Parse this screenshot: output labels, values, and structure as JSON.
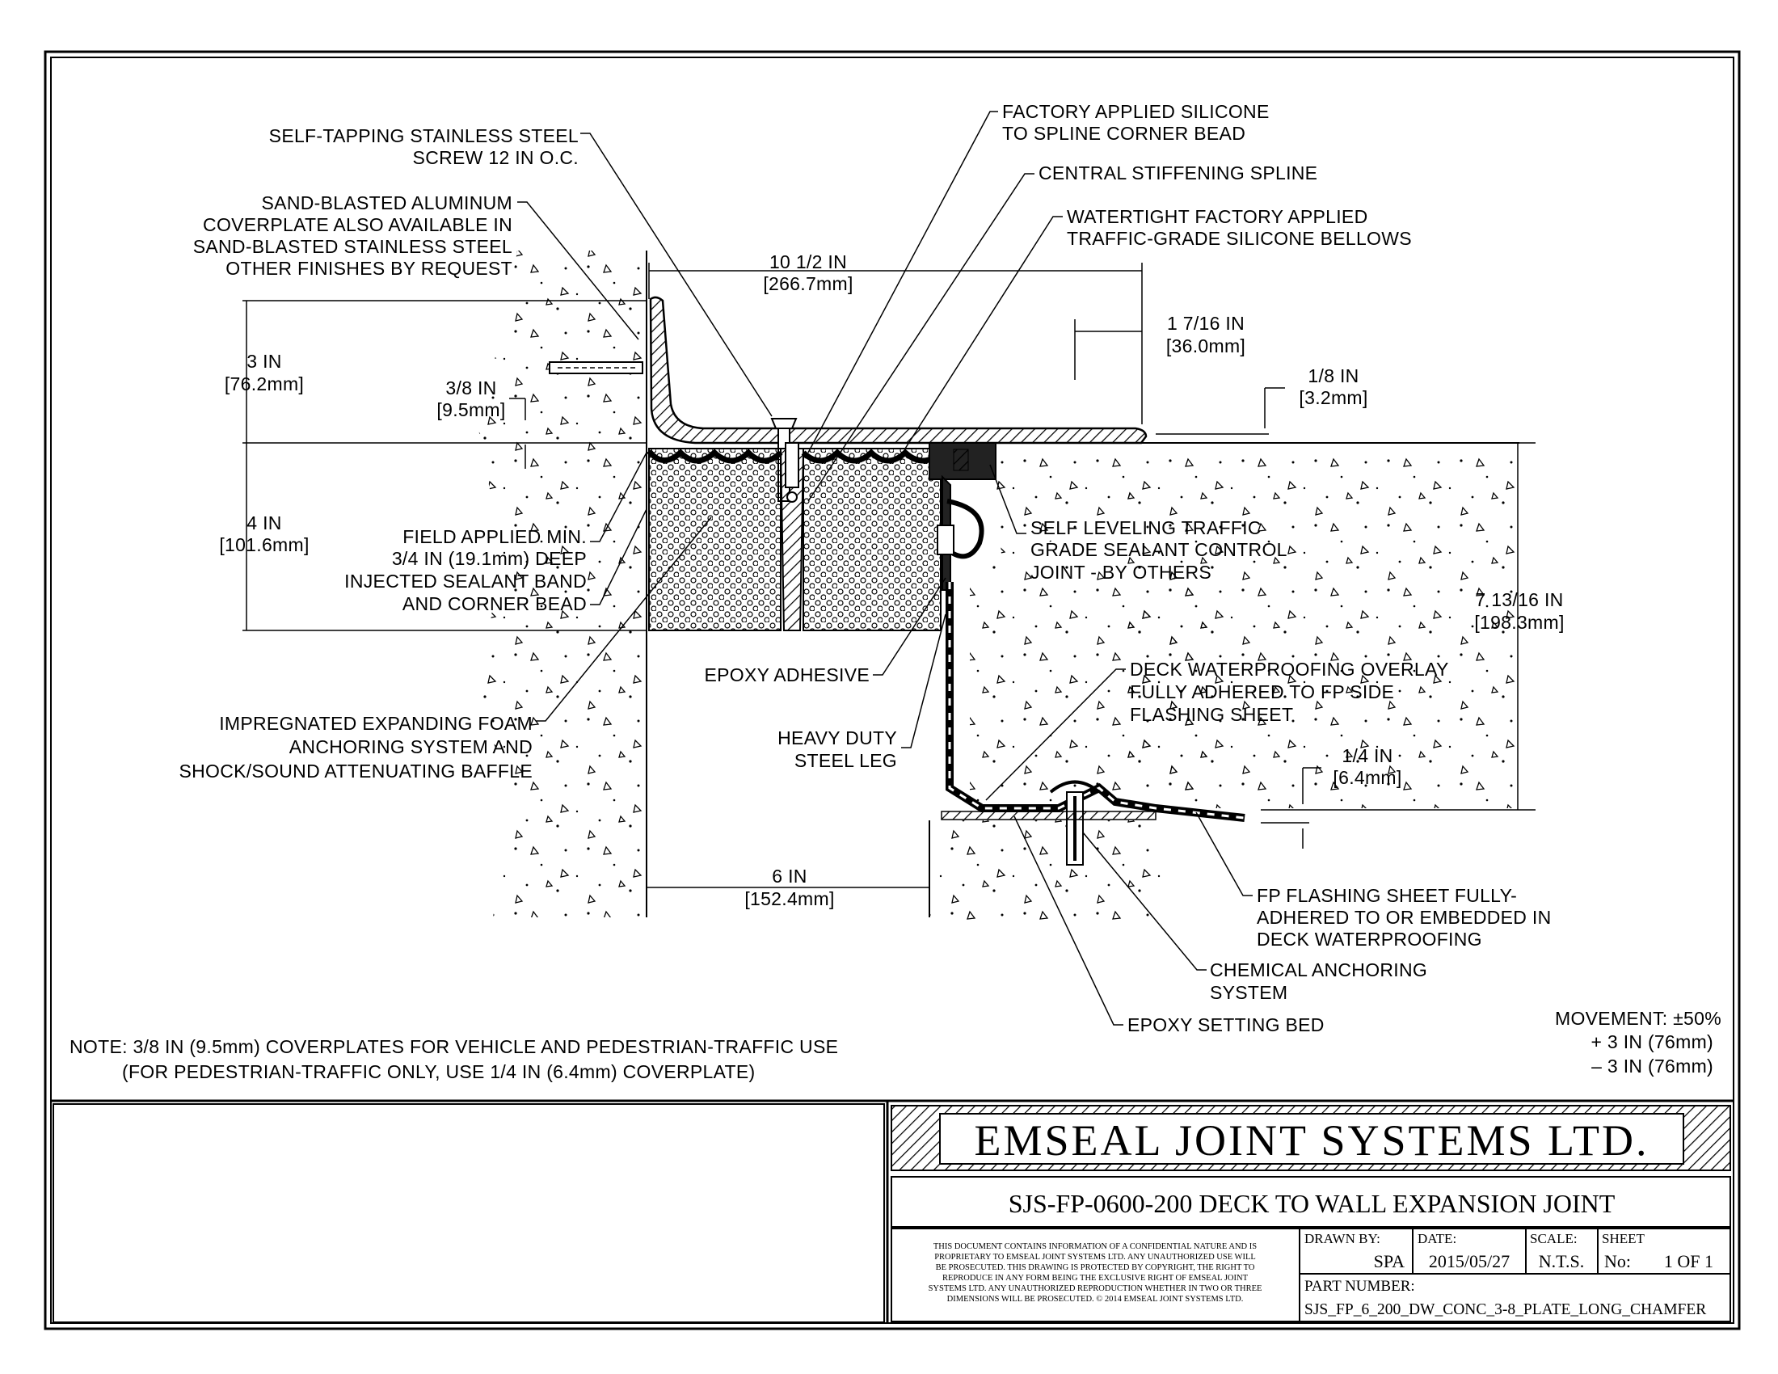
{
  "labels": {
    "screw": [
      "SELF-TAPPING STAINLESS STEEL",
      "SCREW 12 IN O.C."
    ],
    "coverplate": [
      "SAND-BLASTED ALUMINUM",
      "COVERPLATE ALSO AVAILABLE IN",
      "SAND-BLASTED STAINLESS STEEL",
      "OTHER FINISHES BY REQUEST"
    ],
    "silicone_bead": [
      "FACTORY APPLIED SILICONE",
      "TO SPLINE CORNER BEAD"
    ],
    "spline": "CENTRAL STIFFENING SPLINE",
    "bellows": [
      "WATERTIGHT FACTORY APPLIED",
      "TRAFFIC-GRADE SILICONE BELLOWS"
    ],
    "sealant_control": [
      "SELF LEVELING TRAFFIC",
      "GRADE SEALANT CONTROL",
      "JOINT  -  BY OTHERS"
    ],
    "field_sealant": [
      "FIELD APPLIED MIN.",
      "3/4 IN (19.1mm) DEEP",
      "INJECTED SEALANT BAND",
      "AND CORNER BEAD"
    ],
    "epoxy_adhesive": "EPOXY ADHESIVE",
    "foam": [
      "IMPREGNATED EXPANDING FOAM",
      "ANCHORING SYSTEM AND",
      "SHOCK/SOUND ATTENUATING BAFFLE"
    ],
    "steel_leg": [
      "HEAVY DUTY",
      "STEEL LEG"
    ],
    "overlay": [
      "DECK WATERPROOFING OVERLAY",
      "FULLY ADHERED TO FP SIDE",
      "FLASHING SHEET"
    ],
    "flashing": [
      "FP FLASHING SHEET FULLY-",
      "ADHERED TO OR EMBEDDED IN",
      "DECK WATERPROOFING"
    ],
    "chemical": [
      "CHEMICAL ANCHORING",
      "SYSTEM"
    ],
    "setting_bed": "EPOXY SETTING BED",
    "movement": [
      "MOVEMENT:  ±50%",
      "+ 3 IN (76mm)",
      "– 3 IN (76mm)"
    ],
    "note": [
      "NOTE: 3/8 IN (9.5mm) COVERPLATES FOR VEHICLE AND PEDESTRIAN-TRAFFIC USE",
      "(FOR PEDESTRIAN-TRAFFIC ONLY, USE 1/4 IN (6.4mm) COVERPLATE)"
    ]
  },
  "dimensions": {
    "width_top": [
      "10 1/2 IN",
      "[266.7mm]"
    ],
    "chamfer": [
      "1 7/16 IN",
      "[36.0mm]"
    ],
    "plate_edge": [
      "1/8 IN",
      "[3.2mm]"
    ],
    "flange": [
      "3 IN",
      "[76.2mm]"
    ],
    "plate_thk": [
      "3/8 IN",
      "[9.5mm]"
    ],
    "depth": [
      "4 IN",
      "[101.6mm]"
    ],
    "total_height": [
      "7 13/16 IN",
      "[198.3mm]"
    ],
    "flash_thk": [
      "1/4 IN",
      "[6.4mm]"
    ],
    "gap": [
      "6 IN",
      "[152.4mm]"
    ]
  },
  "title_block": {
    "company": "EMSEAL JOINT SYSTEMS LTD.",
    "drawing_title": "SJS-FP-0600-200 DECK TO WALL EXPANSION JOINT",
    "disclaimer": [
      "THIS DOCUMENT CONTAINS INFORMATION OF A CONFIDENTIAL NATURE AND IS",
      "PROPRIETARY TO EMSEAL JOINT SYSTEMS LTD. ANY UNAUTHORIZED USE WILL",
      "BE PROSECUTED. THIS DRAWING IS PROTECTED BY COPYRIGHT, THE RIGHT TO",
      "REPRODUCE IN ANY FORM BEING THE EXCLUSIVE RIGHT OF EMSEAL JOINT",
      "SYSTEMS LTD. ANY UNAUTHORIZED REPRODUCTION WHETHER IN TWO OR THREE",
      "DIMENSIONS WILL BE PROSECUTED. © 2014 EMSEAL JOINT SYSTEMS LTD."
    ],
    "drawn_by_label": "DRAWN BY:",
    "drawn_by": "SPA",
    "date_label": "DATE:",
    "date": "2015/05/27",
    "scale_label": "SCALE:",
    "scale": "N.T.S.",
    "sheet_label": "SHEET",
    "sheet_no_label": "No:",
    "sheet": "1 OF 1",
    "part_label": "PART NUMBER:",
    "part_number": "SJS_FP_6_200_DW_CONC_3-8_PLATE_LONG_CHAMFER"
  }
}
